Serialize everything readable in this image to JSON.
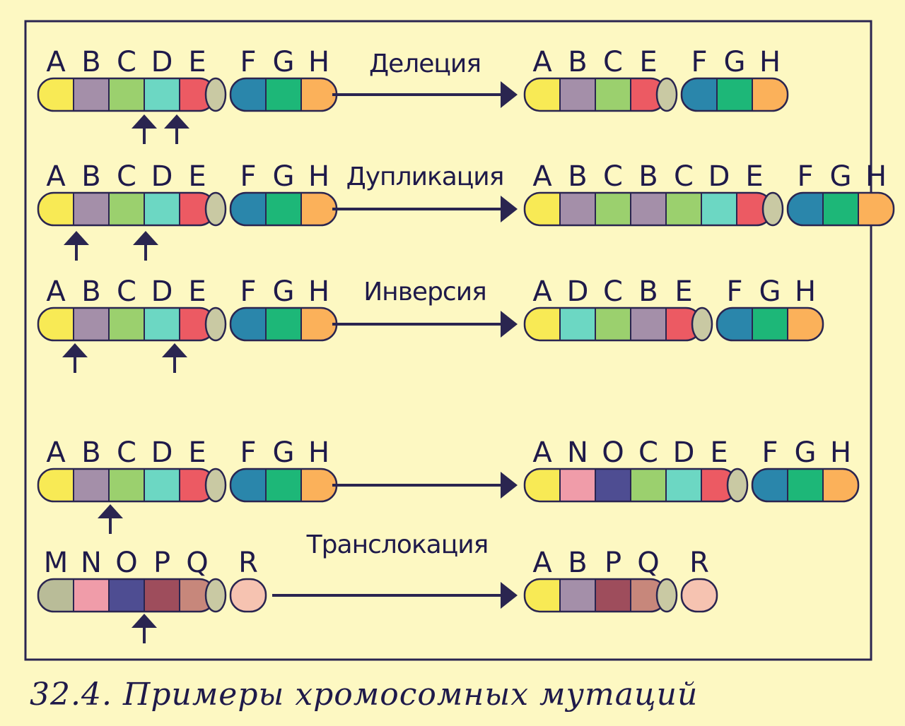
{
  "colors": {
    "background": "#fdf8c2",
    "outline": "#2a2550",
    "centromere": "#c9c9a3",
    "genes": {
      "A": "#f8ea55",
      "B": "#a48fa9",
      "C": "#9bd06e",
      "D": "#6cd7c3",
      "E": "#ec5a63",
      "F": "#2a86ab",
      "G": "#1db778",
      "H": "#fbb15a",
      "M": "#b9bc98",
      "N": "#f09ca9",
      "O": "#4e4d92",
      "P": "#9e4d5c",
      "Q": "#c7877b",
      "R": "#f6c3b1"
    }
  },
  "operations": [
    {
      "name": "Делеция",
      "before": {
        "genes": [
          "A",
          "B",
          "C",
          "D",
          "E",
          "|",
          "F",
          "G",
          "H"
        ]
      },
      "after": {
        "genes": [
          "A",
          "B",
          "C",
          "E",
          "|",
          "F",
          "G",
          "H"
        ]
      },
      "break_markers": [
        "C|D-mid",
        "D|E-mid"
      ]
    },
    {
      "name": "Дупликация",
      "before": {
        "genes": [
          "A",
          "B",
          "C",
          "D",
          "E",
          "|",
          "F",
          "G",
          "H"
        ]
      },
      "after": {
        "genes": [
          "A",
          "B",
          "C",
          "B",
          "C",
          "D",
          "E",
          "|",
          "F",
          "G",
          "H"
        ]
      },
      "break_markers": [
        "B",
        "C|D"
      ]
    },
    {
      "name": "Инверсия",
      "before": {
        "genes": [
          "A",
          "B",
          "C",
          "D",
          "E",
          "|",
          "F",
          "G",
          "H"
        ]
      },
      "after": {
        "genes": [
          "A",
          "D",
          "C",
          "B",
          "E",
          "|",
          "F",
          "G",
          "H"
        ]
      },
      "break_markers": [
        "B",
        "E"
      ]
    },
    {
      "name": "Транслокация",
      "pairs": [
        {
          "before": {
            "genes": [
              "A",
              "B",
              "C",
              "D",
              "E",
              "|",
              "F",
              "G",
              "H"
            ]
          },
          "after": {
            "genes": [
              "A",
              "N",
              "O",
              "C",
              "D",
              "E",
              "|",
              "F",
              "G",
              "H"
            ]
          }
        },
        {
          "before": {
            "genes": [
              "M",
              "N",
              "O",
              "P",
              "Q",
              "|",
              "R"
            ]
          },
          "after": {
            "genes": [
              "A",
              "B",
              "P",
              "Q",
              "|",
              "R"
            ]
          }
        }
      ]
    }
  ],
  "caption": "32.4. Примеры хромосомных мутаций"
}
